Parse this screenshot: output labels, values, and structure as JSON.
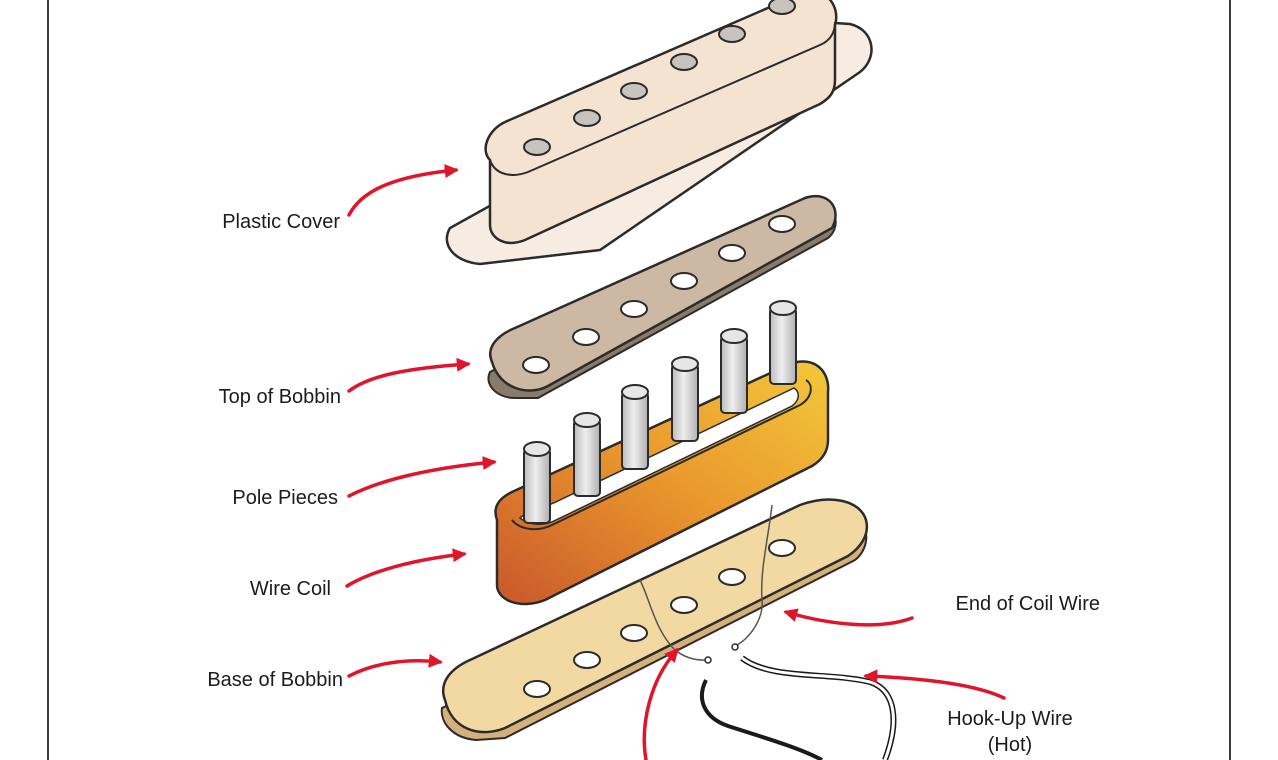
{
  "labels": {
    "plastic_cover": "Plastic Cover",
    "top_of_bobbin": "Top of Bobbin",
    "pole_pieces": "Pole Pieces",
    "wire_coil": "Wire Coil",
    "base_of_bobbin": "Base of Bobbin",
    "end_of_coil_wire": "End of Coil Wire",
    "hook_up_wire": "Hook-Up Wire",
    "hook_up_wire_note": "(Hot)"
  },
  "colors": {
    "arrow": "#e0142a",
    "cover": "#f6e6d6",
    "bobbin_top": "#cdb9a3",
    "bobbin_base": "#f2d9a2",
    "coil_light": "#f1c232",
    "coil_dark": "#d06a2a",
    "pole": "#cccccc",
    "outline": "#2b2b2b"
  }
}
